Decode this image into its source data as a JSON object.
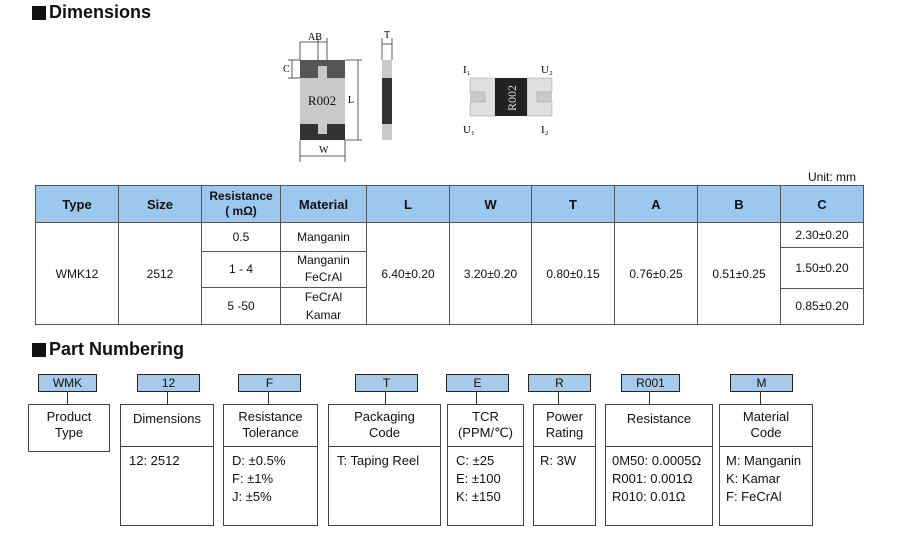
{
  "sections": {
    "dimensions_title": "Dimensions",
    "part_numbering_title": "Part Numbering"
  },
  "diagram": {
    "left_marking": "R002",
    "right_marking": "R002",
    "labels": {
      "ab": "AB",
      "t": "T",
      "c": "C",
      "l": "L",
      "w": "W",
      "i1": "I₁",
      "u2": "U₂",
      "u1": "U₁",
      "i2": "I₂"
    }
  },
  "unit_label": "Unit: mm",
  "dim_table": {
    "headers": [
      "Type",
      "Size",
      "Resistance\n( mΩ)",
      "Material",
      "L",
      "W",
      "T",
      "A",
      "B",
      "C"
    ],
    "type": "WMK12",
    "size": "2512",
    "resistance": [
      "0.5",
      "1 - 4",
      "5 -50"
    ],
    "material": [
      "Manganin",
      "Manganin\nFeCrAl",
      "FeCrAl\nKamar"
    ],
    "L": "6.40±0.20",
    "W": "3.20±0.20",
    "T": "0.80±0.15",
    "A": "0.76±0.25",
    "B": "0.51±0.25",
    "C": [
      "2.30±0.20",
      "1.50±0.20",
      "0.85±0.20"
    ]
  },
  "part_numbering": [
    {
      "code": "WMK",
      "header": "Product\nType",
      "body": ""
    },
    {
      "code": "12",
      "header": "Dimensions",
      "body": "12: 2512"
    },
    {
      "code": "F",
      "header": "Resistance\nTolerance",
      "body": "D: ±0.5%\nF: ±1%\nJ: ±5%"
    },
    {
      "code": "T",
      "header": "Packaging\nCode",
      "body": "T: Taping Reel"
    },
    {
      "code": "E",
      "header": "TCR\n(PPM/℃)",
      "body": "C: ±25\nE: ±100\nK: ±150"
    },
    {
      "code": "R",
      "header": "Power\nRating",
      "body": "R: 3W"
    },
    {
      "code": "R001",
      "header": "Resistance",
      "body": "0M50: 0.0005Ω\nR001: 0.001Ω\nR010: 0.01Ω"
    },
    {
      "code": "M",
      "header": "Material\nCode",
      "body": "M: Manganin\nK: Kamar\nF: FeCrAl"
    }
  ]
}
